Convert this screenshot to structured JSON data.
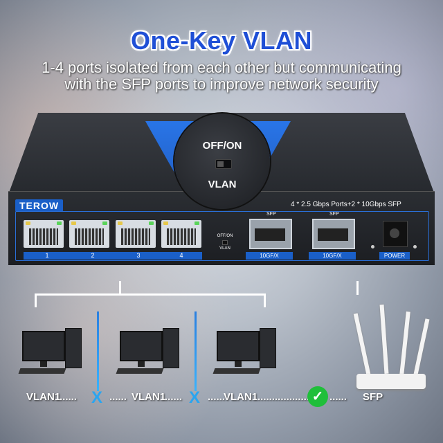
{
  "header": {
    "title": "One-Key VLAN",
    "subtitle_line1": "1-4 ports isolated from each other but communicating",
    "subtitle_line2": "with the SFP ports to improve network security"
  },
  "switch": {
    "brand": "TEROW",
    "spec": "4 * 2.5 Gbps Ports+2 * 10Gbps SFP",
    "zoom_off_on": "OFF/ON",
    "zoom_vlan": "VLAN",
    "small_off_on": "OFF/ON",
    "small_vlan": "VLAN",
    "ports": [
      "1",
      "2",
      "3",
      "4"
    ],
    "sfp_top_labels": [
      "SFP",
      "SFP"
    ],
    "sfp_bottom_labels": [
      "10GF/X",
      "10GF/X"
    ],
    "power_label": "POWER"
  },
  "diagram": {
    "vlan1_a": "VLAN1",
    "vlan1_b": "VLAN1",
    "vlan1_c": "VLAN1",
    "sfp": "SFP",
    "dots1": "......",
    "dots2": "......",
    "dots3": "...................",
    "dots4": "......",
    "x_mark": "X",
    "check_mark": "✓"
  },
  "colors": {
    "title": "#1f4fd6",
    "accent_blue": "#1a5fc8",
    "check_green": "#1fbf3a",
    "x_blue": "#2aa5f0"
  }
}
